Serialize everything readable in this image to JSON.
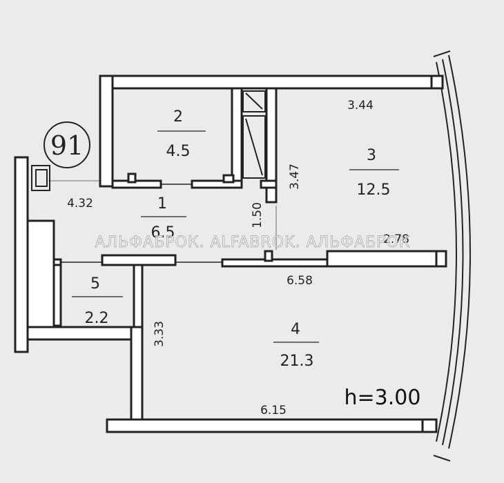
{
  "apartment_number": "91",
  "ceiling_height": "h=3.00",
  "watermark": "АЛЬФАБРОК. ALFABROK. АЛЬФАБРОК",
  "rooms": [
    {
      "number": "1",
      "area": "6.5"
    },
    {
      "number": "2",
      "area": "4.5"
    },
    {
      "number": "3",
      "area": "12.5"
    },
    {
      "number": "4",
      "area": "21.3"
    },
    {
      "number": "5",
      "area": "2.2"
    }
  ],
  "dimensions": {
    "room3_width": "3.44",
    "room3_depth": "3.47",
    "hall_width": "4.32",
    "hall_depth": "1.50",
    "room3_lower": "2.78",
    "room4_width_top": "6.58",
    "room4_depth": "3.33",
    "room4_width_bottom": "6.15"
  },
  "colors": {
    "wall_stroke": "#222222",
    "wall_fill": "#ffffff",
    "paper": "#ebebeb"
  }
}
